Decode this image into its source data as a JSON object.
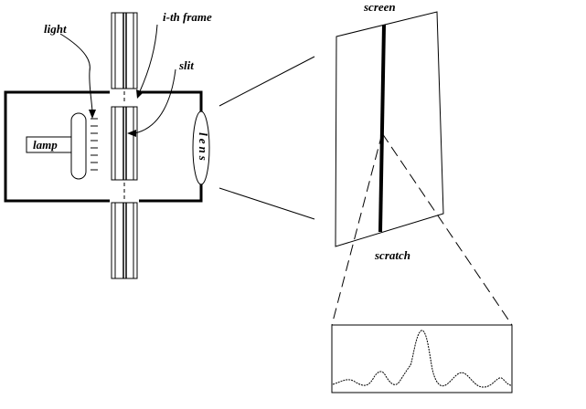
{
  "labels": {
    "light": "light",
    "frame": "i-th frame",
    "slit": "slit",
    "lamp": "lamp",
    "lens": "lens",
    "screen": "screen",
    "scratch": "scratch"
  },
  "colors": {
    "stroke": "#000000",
    "background": "#ffffff"
  }
}
